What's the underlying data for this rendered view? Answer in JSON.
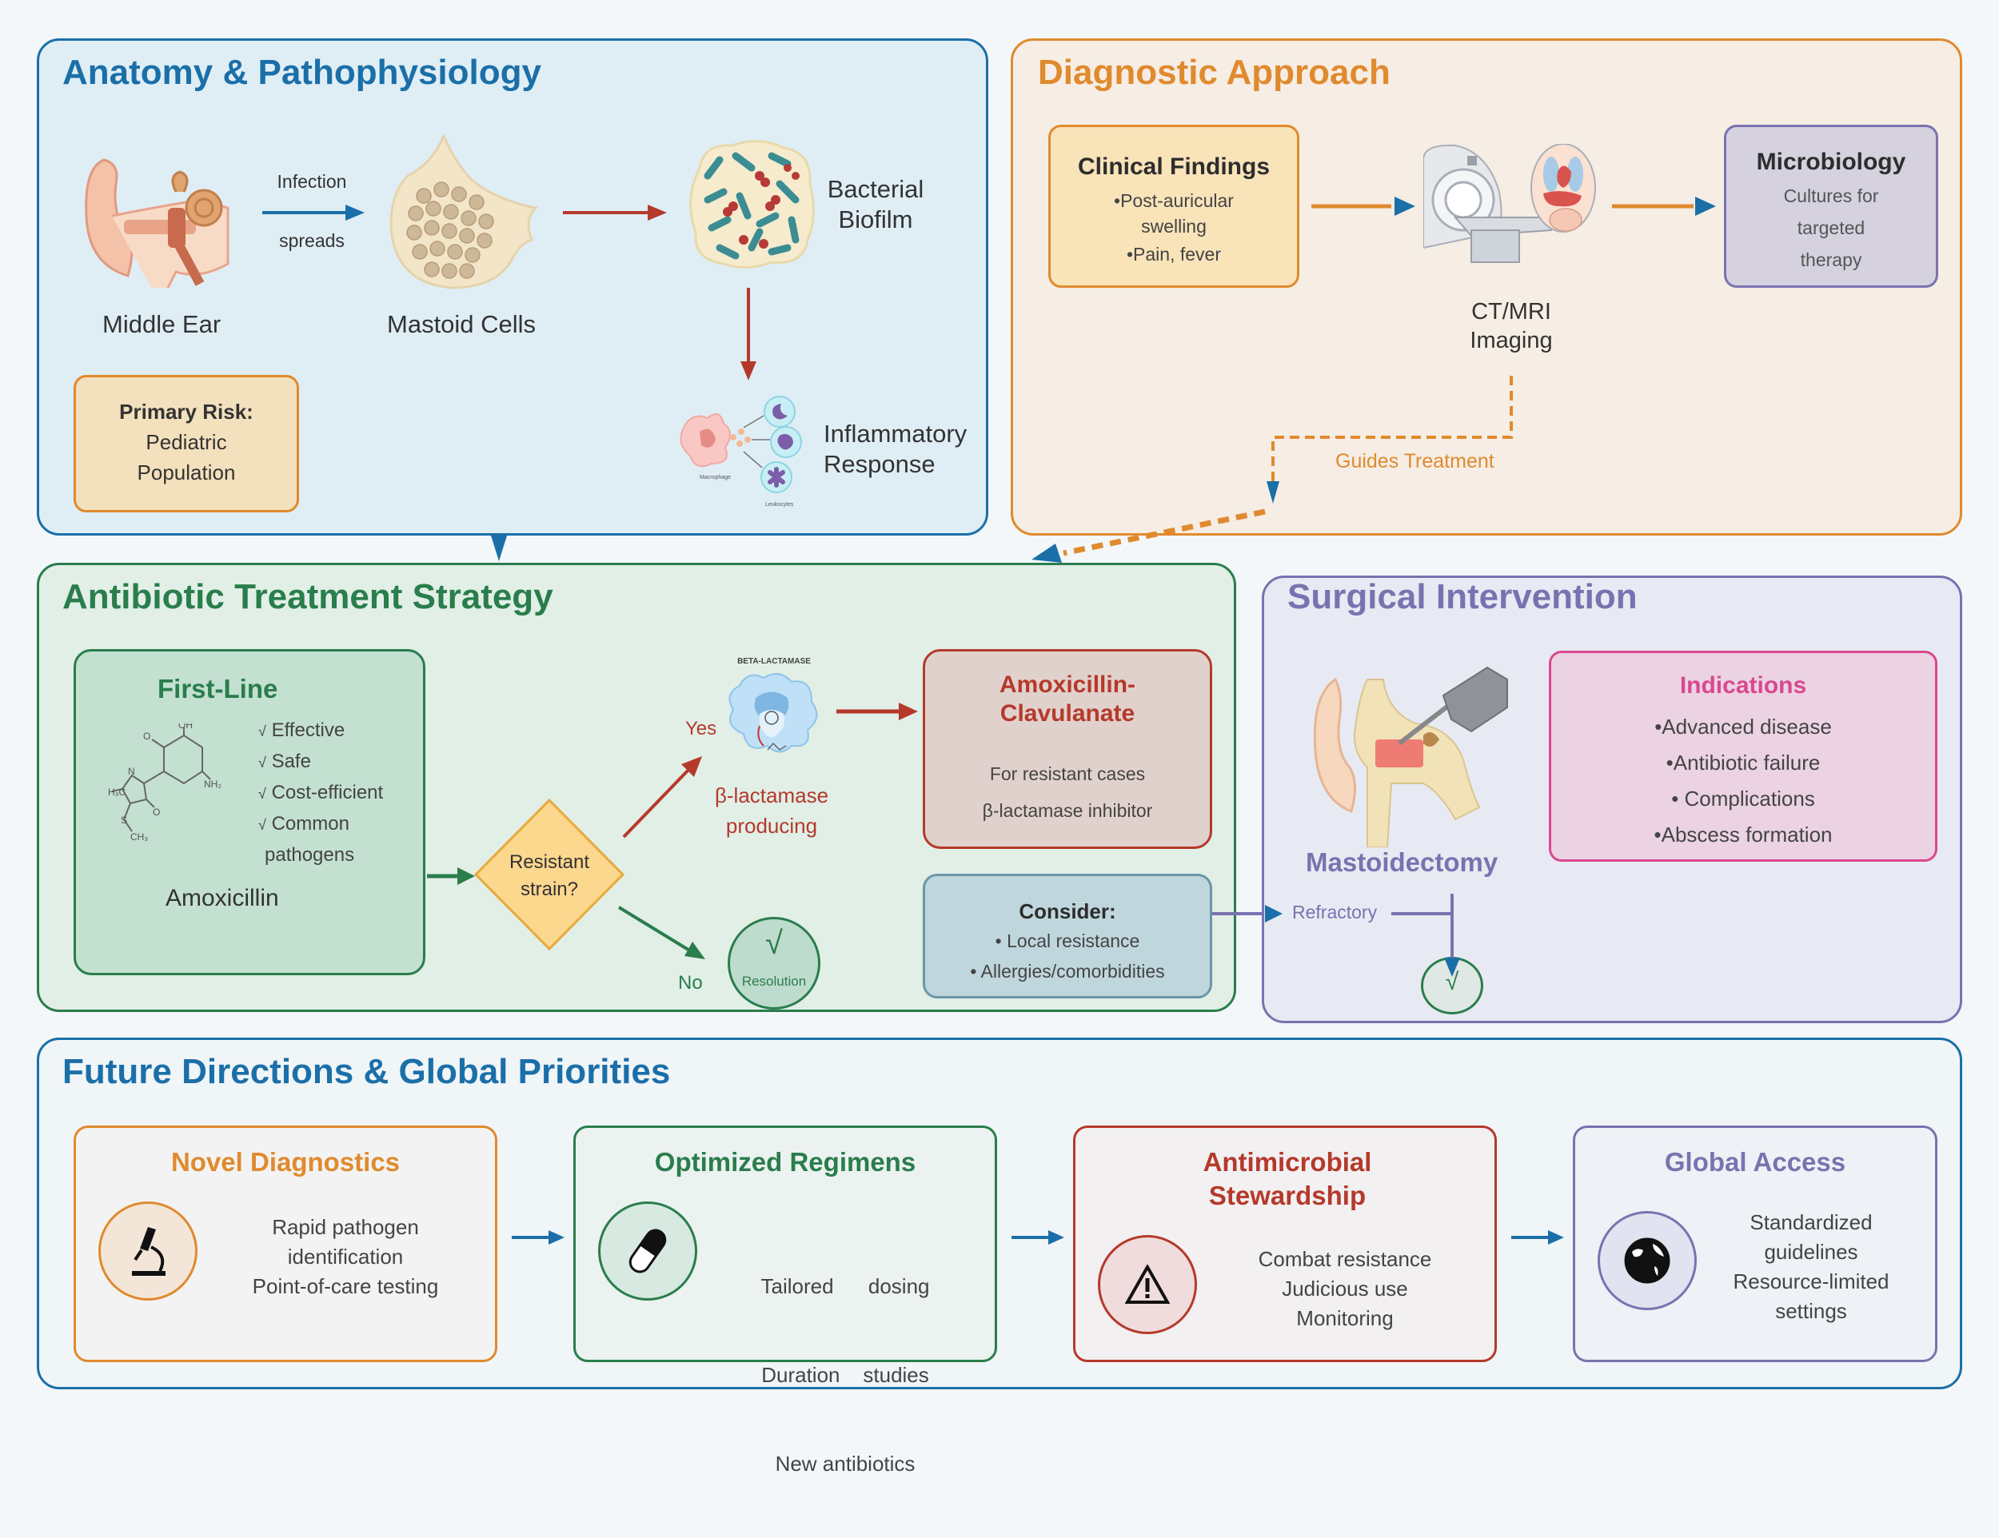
{
  "colors": {
    "anatomy": "#1b6fa8",
    "diagnostic": "#e08a2e",
    "antibiotic": "#2a7d4c",
    "surgical": "#7a72b0",
    "future": "#1b6fa8",
    "red": "#b5392b",
    "pink": "#d9488f"
  },
  "anatomy": {
    "title": "Anatomy & Pathophysiology",
    "middle_ear_label": "Middle Ear",
    "arrow_label_top": "Infection",
    "arrow_label_bottom": "spreads",
    "mastoid_label": "Mastoid Cells",
    "biofilm_label_1": "Bacterial",
    "biofilm_label_2": "Biofilm",
    "inflammatory_label_1": "Inflammatory",
    "inflammatory_label_2": "Response",
    "macrophage_caption": "Macrophage",
    "leukocytes_caption": "Leukocytes",
    "risk_box": {
      "title": "Primary Risk:",
      "line1": "Pediatric",
      "line2": "Population"
    }
  },
  "diagnostic": {
    "title": "Diagnostic Approach",
    "clinical": {
      "title": "Clinical Findings",
      "items": [
        "•Post-auricular",
        "swelling",
        "•Pain, fever"
      ]
    },
    "imaging_label_1": "CT/MRI",
    "imaging_label_2": "Imaging",
    "micro": {
      "title": "Microbiology",
      "items": [
        "Cultures for",
        "targeted",
        "therapy"
      ]
    },
    "guides_label": "Guides Treatment"
  },
  "antibiotic": {
    "title": "Antibiotic Treatment Strategy",
    "first_line": {
      "title": "First-Line",
      "checks": [
        "Effective",
        "Safe",
        "Cost-efficient",
        "Common",
        "pathogens"
      ],
      "check_glyph": "√",
      "drug": "Amoxicillin"
    },
    "decision": {
      "line1": "Resistant",
      "line2": "strain?"
    },
    "yes_label": "Yes",
    "no_label": "No",
    "enzyme_caption": "BETA-LACTAMASE",
    "beta_label_1": "β-lactamase",
    "beta_label_2": "producing",
    "resolution": {
      "glyph": "√",
      "label": "Resolution"
    },
    "amox_clav": {
      "title_1": "Amoxicillin-",
      "title_2": "Clavulanate",
      "line1": "For resistant cases",
      "line2": "β-lactamase inhibitor"
    },
    "consider": {
      "title": "Consider:",
      "items": [
        "• Local resistance",
        "• Allergies/comorbidities"
      ]
    }
  },
  "surgical": {
    "title": "Surgical Intervention",
    "procedure": "Mastoidectomy",
    "refractory_label": "Refractory",
    "outcome_glyph": "√",
    "indications": {
      "title": "Indications",
      "items": [
        "•Advanced disease",
        "•Antibiotic failure",
        "• Complications",
        "•Abscess formation"
      ]
    }
  },
  "future": {
    "title": "Future Directions & Global Priorities",
    "cards": [
      {
        "title": "Novel Diagnostics",
        "icon": "microscope-icon",
        "lines": [
          "Rapid pathogen",
          "identification",
          "Point-of-care testing"
        ]
      },
      {
        "title": "Optimized Regimens",
        "icon": "pill-icon",
        "lines": [
          "Tailored      dosing",
          "Duration    studies",
          "New antibiotics"
        ]
      },
      {
        "title": "Antimicrobial Stewardship",
        "icon": "warning-icon",
        "lines": [
          "Combat resistance",
          "Judicious use",
          "Monitoring"
        ]
      },
      {
        "title": "Global Access",
        "icon": "globe-icon",
        "lines": [
          "Standardized",
          "guidelines",
          "Resource-limited",
          "settings"
        ]
      }
    ]
  }
}
